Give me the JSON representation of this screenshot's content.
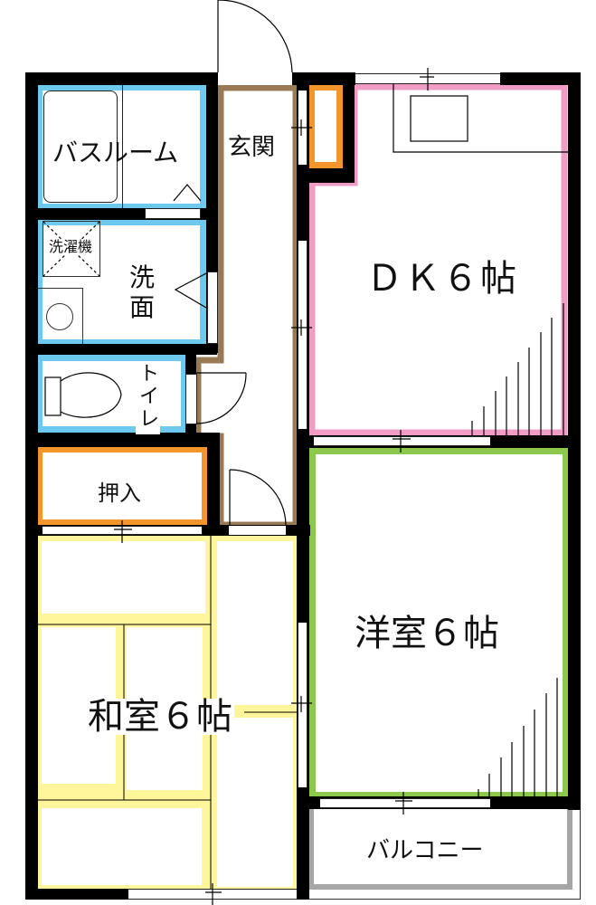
{
  "floorplan": {
    "colors": {
      "wall": "#000000",
      "bath": "#6ec9ee",
      "entrance": "#9a7a55",
      "storage": "#f3952b",
      "dk": "#f19cc4",
      "western": "#8cc84b",
      "japanese": "#fff59a",
      "balcony": "#a6a6a6"
    },
    "rooms": {
      "bathroom": "バスルーム",
      "entrance": "玄関",
      "dk": "ＤＫ６帖",
      "washroom_line1": "洗",
      "washroom_line2": "面",
      "washing_machine": "洗濯機",
      "toilet_line1": "ト",
      "toilet_line2": "イ",
      "toilet_line3": "レ",
      "closet": "押入",
      "western_room": "洋室６帖",
      "japanese_room": "和室６帖",
      "balcony": "バルコニー"
    }
  }
}
